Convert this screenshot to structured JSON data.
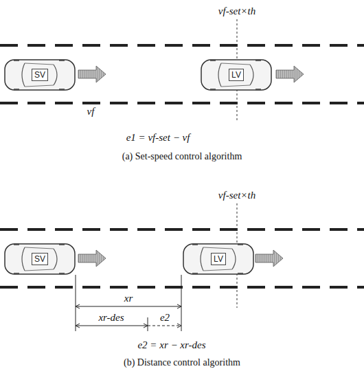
{
  "diagram": {
    "nodes": [
      {
        "text": [
          "SV"
        ]
      },
      {
        "text": [
          "LV"
        ]
      },
      {
        "text": [
          "SV"
        ]
      },
      {
        "text": [
          "LV"
        ]
      }
    ],
    "labels": [
      "vf-set×th",
      "vf",
      "e1 = vf-set − vf",
      "(a) Set-speed control algorithm",
      "vf-set×th",
      "xr",
      "xr-des",
      "e2",
      "e2 = xr − xr-des",
      "(b) Distance control algorithm"
    ]
  }
}
